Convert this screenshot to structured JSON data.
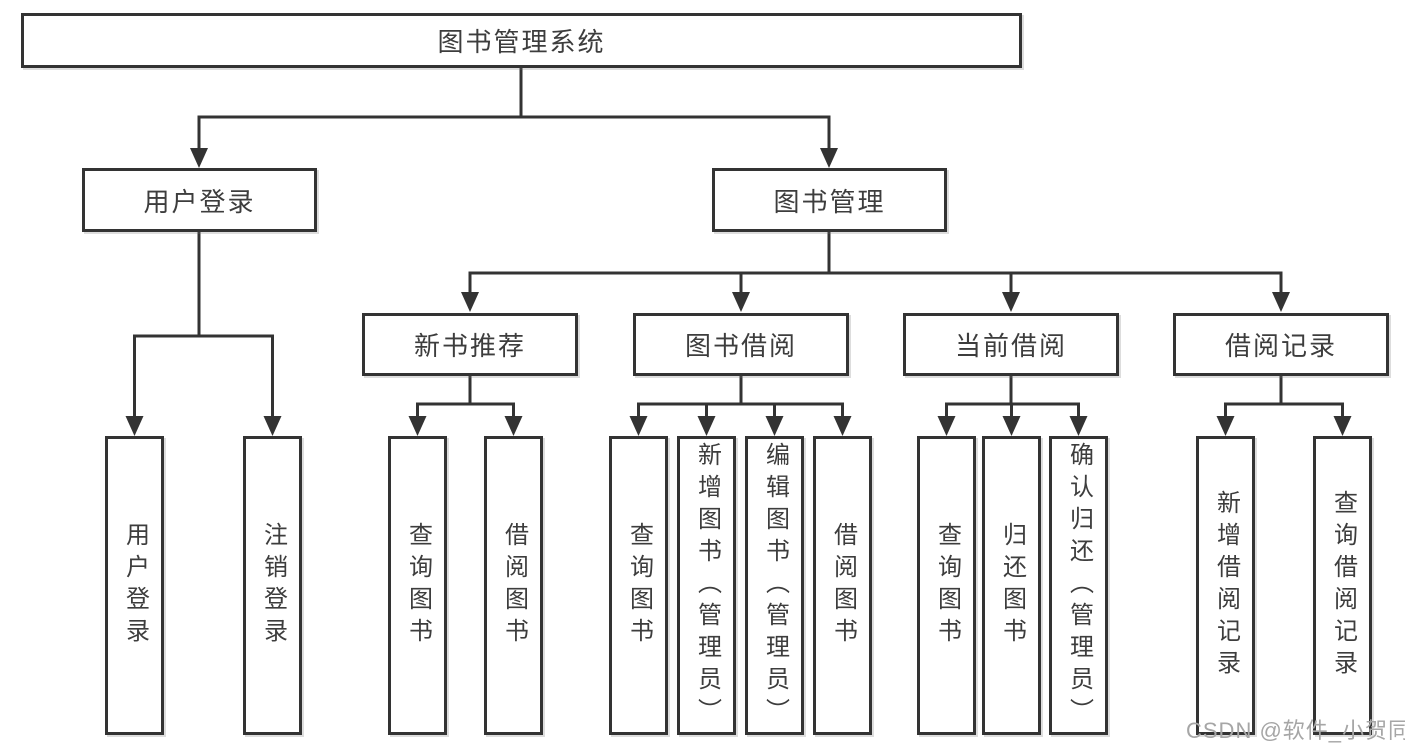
{
  "tree": {
    "root": {
      "label": "图书管理系统"
    },
    "branches": [
      {
        "label": "用户登录",
        "leaves": [
          {
            "label": "用户登录"
          },
          {
            "label": "注销登录"
          }
        ]
      },
      {
        "label": "图书管理",
        "groups": [
          {
            "label": "新书推荐",
            "leaves": [
              {
                "label": "查询图书"
              },
              {
                "label": "借阅图书"
              }
            ]
          },
          {
            "label": "图书借阅",
            "leaves": [
              {
                "label": "查询图书"
              },
              {
                "label": "新增图书（管理员）"
              },
              {
                "label": "编辑图书（管理员）"
              },
              {
                "label": "借阅图书"
              }
            ]
          },
          {
            "label": "当前借阅",
            "leaves": [
              {
                "label": "查询图书"
              },
              {
                "label": "归还图书"
              },
              {
                "label": "确认归还（管理员）"
              }
            ]
          },
          {
            "label": "借阅记录",
            "leaves": [
              {
                "label": "新增借阅记录"
              },
              {
                "label": "查询借阅记录"
              }
            ]
          }
        ]
      }
    ]
  },
  "watermark": {
    "text": "CSDN @软件_小贺同学"
  },
  "colors": {
    "line": "#333333",
    "arrow": "#333333",
    "box_border": "#333333",
    "text": "#3d3d3d",
    "watermark": "#a6a6a6",
    "background": "#ffffff"
  }
}
